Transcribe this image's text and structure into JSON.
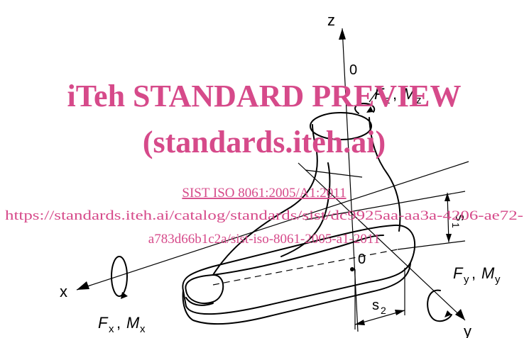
{
  "diagram": {
    "axes": {
      "z": "z",
      "x": "x",
      "y": "y",
      "origin": "0"
    },
    "loads": {
      "fz": "F",
      "fz_sub": "z",
      "mz": "M",
      "mz_sub": "z",
      "fx": "F",
      "fx_sub": "x",
      "mx": "M",
      "mx_sub": "x",
      "fy": "F",
      "fy_sub": "y",
      "my": "M",
      "my_sub": "y",
      "separator": ","
    },
    "dimensions": {
      "s1": "s",
      "s1_sub": "1",
      "s2": "s",
      "s2_sub": "2"
    }
  },
  "watermark": {
    "title": "iTeh STANDARD PREVIEW",
    "subtitle": "(standards.iteh.ai)",
    "std_link": "SIST ISO 8061:2005/A1:2011",
    "url_line1": "https://standards.iteh.ai/catalog/standards/sist/dc9925aa-aa3a-4206-ae72-",
    "url_line2": "a783d66b1c2a/sist-iso-8061-2005-a1-2011",
    "color": "#d64a8a"
  }
}
